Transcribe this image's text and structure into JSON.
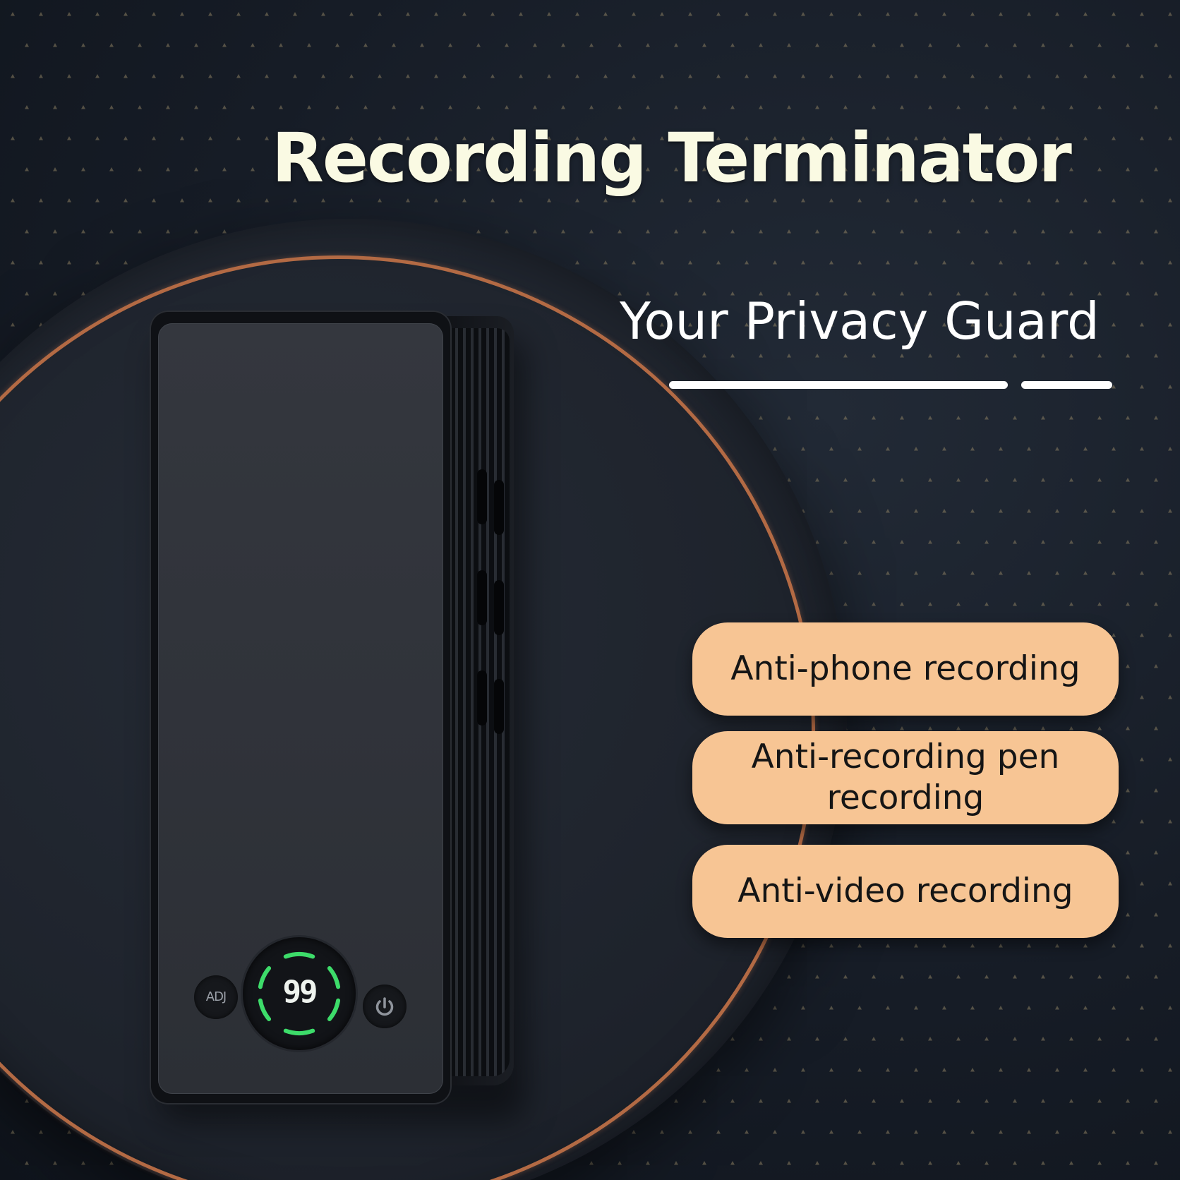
{
  "banner": {
    "title": "Recording Terminator",
    "subtitle": "Your Privacy Guard"
  },
  "features": [
    "Anti-phone recording",
    "Anti-recording pen recording",
    "Anti-video recording"
  ],
  "device": {
    "display_value": "99",
    "adj_label": "ADJ",
    "adj_icon": "adj-button",
    "power_icon": "power-icon"
  },
  "colors": {
    "background": "#151b24",
    "title_text": "#fafae3",
    "pill_fill": "#f7c594",
    "ring": "#b36a44",
    "dial_light": "#3ddc6a"
  }
}
